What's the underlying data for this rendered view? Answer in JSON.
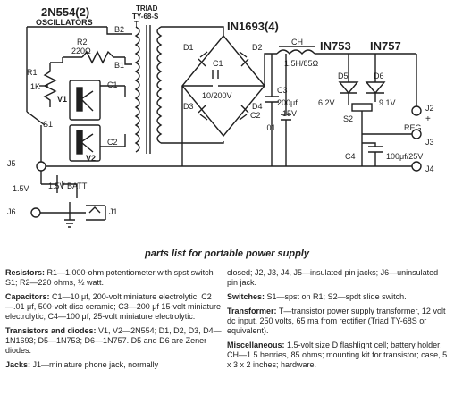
{
  "schematic": {
    "labels": {
      "osc_part": "2N554(2)",
      "osc_name": "OSCILLATORS",
      "xfmr_name1": "TRIAD",
      "xfmr_name2": "TY-68-S",
      "xfmr_ref": "T",
      "b2": "B2",
      "b1": "B1",
      "c1": "C1",
      "c2": "C2",
      "r2": "R2",
      "r2_val": "220Ω",
      "r1": "R1",
      "r1_val": "1K",
      "v1": "V1",
      "v2": "V2",
      "s1": "S1",
      "j5": "J5",
      "batt_v": "1.5V",
      "batt": "1.5V BATT",
      "j6": "J6",
      "j1": "J1",
      "bridge": "IN1693(4)",
      "d1": "D1",
      "d2": "D2",
      "d3": "D3",
      "d4": "D4",
      "cap_c1": "C1",
      "cap_c1_val": "10/200V",
      "ch": "CH",
      "ch_val": "1.5H/85Ω",
      "c3": "C3",
      "c3_val1": "200μf",
      "c3_val2": "15V",
      "c2_val": ".01",
      "zener1": "IN753",
      "zener2": "IN757",
      "d5": "D5",
      "d6": "D6",
      "z1_v": "6.2V",
      "z2_v": "9.1V",
      "s2": "S2",
      "c4": "C4",
      "c4_val": "100μf/25V",
      "j2": "J2",
      "plus": "+",
      "reg": "REG",
      "j3": "J3",
      "j4": "J4"
    }
  },
  "parts_list": {
    "title": "parts list for portable power supply",
    "left": [
      {
        "cat": "Resistors:",
        "text": "R1—1,000-ohm potentiometer with spst switch S1; R2—220 ohms, ½ watt."
      },
      {
        "cat": "Capacitors:",
        "text": "C1—10 μf, 200-volt miniature electrolytic; C2—.01 μf, 500-volt disc ceramic; C3—200 μf 15-volt miniature electrolytic; C4—100 μf, 25-volt miniature electrolytic."
      },
      {
        "cat": "Transistors and diodes:",
        "text": "V1, V2—2N554; D1, D2, D3, D4—1N1693; D5—1N753; D6—1N757. D5 and D6 are Zener diodes."
      },
      {
        "cat": "Jacks:",
        "text": "J1—miniature phone jack, normally"
      }
    ],
    "right": [
      {
        "cat": "",
        "text": "closed; J2, J3, J4, J5—insulated pin jacks; J6—uninsulated pin jack."
      },
      {
        "cat": "Switches:",
        "text": "S1—spst on R1; S2—spdt slide switch."
      },
      {
        "cat": "Transformer:",
        "text": "T—transistor power supply transformer, 12 volt dc input, 250 volts, 65 ma from rectifier (Triad TY-68S or equivalent)."
      },
      {
        "cat": "Miscellaneous:",
        "text": "1.5-volt size D flashlight cell; battery holder; CH—1.5 henries, 85 ohms; mounting kit for transistor; case, 5 x 3 x 2 inches; hardware."
      }
    ]
  }
}
